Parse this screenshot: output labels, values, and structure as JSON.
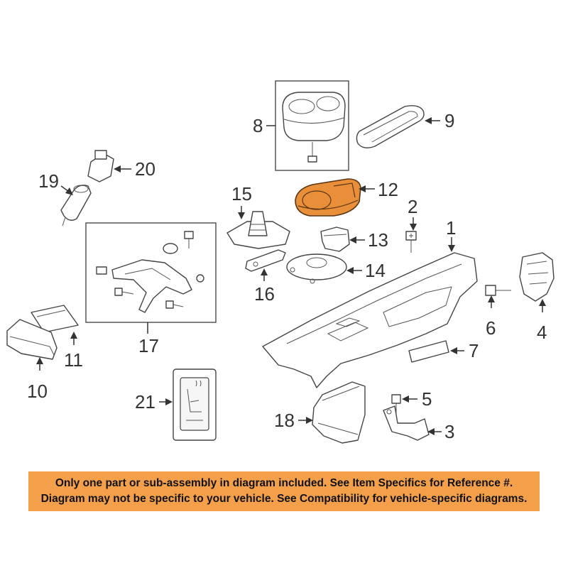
{
  "callouts": {
    "c1": "1",
    "c2": "2",
    "c3": "3",
    "c4": "4",
    "c5": "5",
    "c6": "6",
    "c7": "7",
    "c8": "8",
    "c9": "9",
    "c10": "10",
    "c11": "11",
    "c12": "12",
    "c13": "13",
    "c14": "14",
    "c15": "15",
    "c16": "16",
    "c17": "17",
    "c18": "18",
    "c19": "19",
    "c20": "20",
    "c21": "21"
  },
  "highlighted_part": "12",
  "colors": {
    "highlight": "#e98f3a",
    "banner": "#f4a04a"
  },
  "notice": {
    "line1": "Only one part or sub-assembly in diagram included. See Item Specifics for Reference #.",
    "line2": "Diagram may not be specific to your vehicle. See Compatibility for vehicle-specific diagrams."
  }
}
